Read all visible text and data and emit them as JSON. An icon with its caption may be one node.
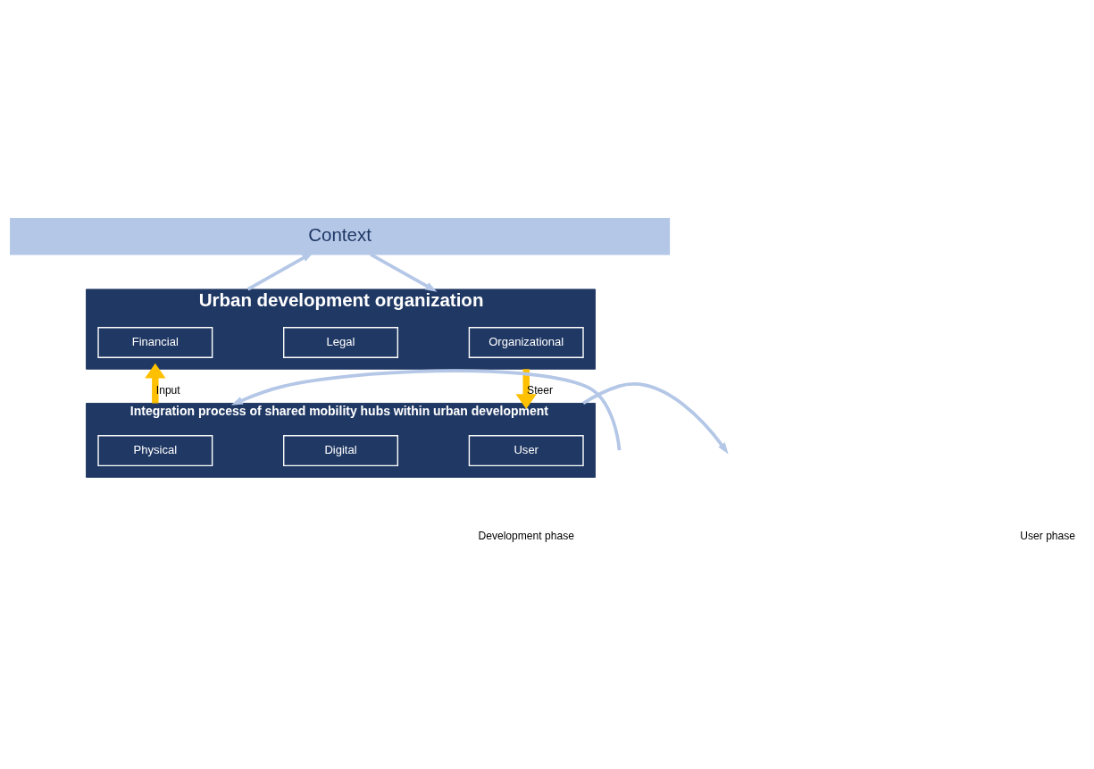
{
  "diagram": {
    "nodes": [
      {
        "text": [
          "Context"
        ]
      },
      {
        "text": [
          "Urban development organization"
        ]
      },
      {
        "text": [
          "Financial"
        ],
        "in": 1
      },
      {
        "text": [
          "Legal"
        ],
        "in": 1
      },
      {
        "text": [
          "Organizational"
        ],
        "in": 1
      },
      {
        "text": [
          "Integration process of shared mobility hubs within urban development"
        ]
      },
      {
        "text": [
          "Physical"
        ],
        "in": 5
      },
      {
        "text": [
          "Digital"
        ],
        "in": 5
      },
      {
        "text": [
          "User"
        ],
        "in": 5
      }
    ],
    "edges": [
      {
        "from": 1,
        "to": 0,
        "arrow": "to"
      },
      {
        "from": 0,
        "to": 1,
        "arrow": "to"
      },
      {
        "from": 5,
        "to": 1,
        "arrow": "to",
        "label": "Input",
        "style": "thick",
        "color": "#ffc000"
      },
      {
        "from": 1,
        "to": 5,
        "arrow": "to",
        "label": "Steer",
        "style": "thick",
        "color": "#ffc000"
      },
      {
        "from": null,
        "to": 5,
        "arrow": "to"
      },
      {
        "from": 5,
        "to": null,
        "arrow": "to"
      }
    ],
    "labels": [
      "Development phase",
      "User phase"
    ]
  }
}
